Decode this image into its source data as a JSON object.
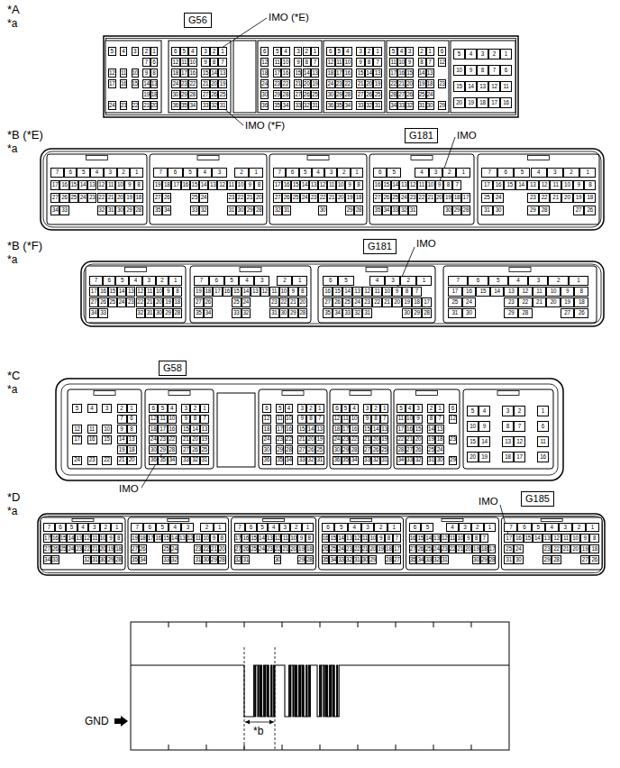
{
  "diagram": {
    "nodes": [
      {
        "text": [
          "G56"
        ]
      },
      {
        "text": [
          "G181"
        ]
      },
      {
        "text": [
          "G181"
        ]
      },
      {
        "text": [
          "G58"
        ]
      },
      {
        "text": [
          "G185"
        ]
      }
    ],
    "labels": [
      "*A",
      "*a",
      "IMO (*E)",
      "IMO (*F)",
      "5",
      "4",
      "3",
      "2",
      "1",
      "7",
      "6",
      "12",
      "11",
      "10",
      "9",
      "8",
      "17",
      "16",
      "15",
      "14",
      "13",
      "19",
      "18",
      "24",
      "23",
      "22",
      "21",
      "20",
      "6",
      "5",
      "4",
      "3",
      "2",
      "1",
      "12",
      "11",
      "10",
      "9",
      "8",
      "7",
      "18",
      "17",
      "16",
      "15",
      "14",
      "13",
      "24",
      "23",
      "22",
      "21",
      "20",
      "19",
      "30",
      "29",
      "28",
      "27",
      "26",
      "25",
      "36",
      "35",
      "34",
      "33",
      "32",
      "31",
      "6",
      "5",
      "4",
      "3",
      "2",
      "1",
      "12",
      "11",
      "10",
      "9",
      "8",
      "7",
      "18",
      "17",
      "16",
      "15",
      "14",
      "13",
      "24",
      "23",
      "22",
      "21",
      "20",
      "19",
      "30",
      "29",
      "28",
      "27",
      "26",
      "25",
      "36",
      "35",
      "34",
      "33",
      "32",
      "31",
      "6",
      "5",
      "4",
      "3",
      "2",
      "1",
      "12",
      "11",
      "10",
      "9",
      "8",
      "7",
      "18",
      "17",
      "16",
      "15",
      "14",
      "13",
      "24",
      "23",
      "22",
      "21",
      "20",
      "19",
      "30",
      "29",
      "28",
      "27",
      "26",
      "25",
      "36",
      "35",
      "34",
      "33",
      "32",
      "31",
      "5",
      "4",
      "3",
      "2",
      "1",
      "6",
      "11",
      "10",
      "9",
      "8",
      "7",
      "12",
      "17",
      "16",
      "15",
      "14",
      "13",
      "22",
      "21",
      "20",
      "19",
      "18",
      "23",
      "28",
      "27",
      "26",
      "25",
      "24",
      "34",
      "33",
      "32",
      "31",
      "30",
      "29",
      "5",
      "4",
      "3",
      "2",
      "1",
      "10",
      "9",
      "8",
      "7",
      "6",
      "15",
      "14",
      "13",
      "12",
      "11",
      "20",
      "19",
      "18",
      "17",
      "16",
      "*B (*E)",
      "*a",
      "IMO",
      "7",
      "6",
      "5",
      "4",
      "3",
      "2",
      "1",
      "17",
      "16",
      "15",
      "14",
      "13",
      "12",
      "11",
      "10",
      "9",
      "8",
      "27",
      "26",
      "25",
      "24",
      "23",
      "22",
      "21",
      "20",
      "19",
      "18",
      "34",
      "33",
      "32",
      "31",
      "30",
      "29",
      "28",
      "7",
      "6",
      "5",
      "4",
      "3",
      "2",
      "1",
      "19",
      "18",
      "17",
      "16",
      "15",
      "14",
      "13",
      "12",
      "11",
      "10",
      "9",
      "8",
      "27",
      "26",
      "25",
      "24",
      "23",
      "22",
      "21",
      "20",
      "35",
      "34",
      "33",
      "32",
      "31",
      "30",
      "29",
      "28",
      "7",
      "6",
      "5",
      "4",
      "3",
      "2",
      "1",
      "17",
      "16",
      "15",
      "14",
      "13",
      "12",
      "11",
      "10",
      "9",
      "8",
      "27",
      "26",
      "25",
      "24",
      "23",
      "22",
      "21",
      "20",
      "19",
      "18",
      "32",
      "31",
      "30",
      "29",
      "28",
      "6",
      "5",
      "4",
      "3",
      "2",
      "1",
      "16",
      "15",
      "14",
      "13",
      "12",
      "11",
      "10",
      "9",
      "8",
      "7",
      "27",
      "26",
      "25",
      "24",
      "23",
      "22",
      "21",
      "20",
      "19",
      "18",
      "17",
      "35",
      "34",
      "33",
      "32",
      "31",
      "30",
      "29",
      "28",
      "7",
      "6",
      "5",
      "4",
      "3",
      "2",
      "1",
      "17",
      "16",
      "15",
      "14",
      "13",
      "12",
      "11",
      "10",
      "9",
      "8",
      "25",
      "24",
      "23",
      "22",
      "21",
      "20",
      "19",
      "18",
      "31",
      "30",
      "29",
      "28",
      "27",
      "26",
      "*B (*F)",
      "*a",
      "IMO",
      "7",
      "6",
      "5",
      "4",
      "3",
      "2",
      "1",
      "17",
      "16",
      "15",
      "14",
      "13",
      "12",
      "11",
      "10",
      "9",
      "8",
      "27",
      "26",
      "25",
      "24",
      "23",
      "22",
      "21",
      "20",
      "19",
      "18",
      "34",
      "33",
      "32",
      "31",
      "30",
      "29",
      "28",
      "7",
      "6",
      "5",
      "4",
      "3",
      "2",
      "1",
      "19",
      "18",
      "17",
      "16",
      "15",
      "14",
      "13",
      "12",
      "11",
      "10",
      "9",
      "8",
      "27",
      "26",
      "25",
      "24",
      "23",
      "22",
      "21",
      "20",
      "35",
      "34",
      "33",
      "32",
      "31",
      "30",
      "29",
      "28",
      "6",
      "5",
      "4",
      "3",
      "2",
      "1",
      "16",
      "15",
      "14",
      "13",
      "12",
      "11",
      "10",
      "9",
      "8",
      "7",
      "27",
      "26",
      "25",
      "24",
      "23",
      "22",
      "21",
      "20",
      "19",
      "18",
      "17",
      "35",
      "34",
      "33",
      "32",
      "31",
      "30",
      "29",
      "28",
      "7",
      "6",
      "5",
      "4",
      "3",
      "2",
      "1",
      "17",
      "16",
      "15",
      "14",
      "13",
      "12",
      "11",
      "10",
      "9",
      "8",
      "25",
      "24",
      "23",
      "22",
      "21",
      "20",
      "19",
      "18",
      "31",
      "30",
      "29",
      "28",
      "27",
      "26",
      "*C",
      "*a",
      "IMO",
      "5",
      "4",
      "3",
      "2",
      "1",
      "7",
      "6",
      "12",
      "11",
      "10",
      "9",
      "8",
      "17",
      "16",
      "15",
      "14",
      "13",
      "19",
      "18",
      "24",
      "23",
      "22",
      "21",
      "20",
      "6",
      "5",
      "4",
      "3",
      "2",
      "1",
      "12",
      "11",
      "10",
      "9",
      "8",
      "7",
      "18",
      "17",
      "16",
      "15",
      "14",
      "13",
      "24",
      "23",
      "22",
      "21",
      "20",
      "19",
      "30",
      "29",
      "28",
      "27",
      "26",
      "25",
      "36",
      "35",
      "34",
      "33",
      "32",
      "31",
      "6",
      "5",
      "4",
      "3",
      "2",
      "1",
      "12",
      "11",
      "10",
      "9",
      "8",
      "7",
      "18",
      "17",
      "16",
      "15",
      "14",
      "13",
      "24",
      "23",
      "22",
      "21",
      "20",
      "19",
      "30",
      "29",
      "28",
      "27",
      "26",
      "25",
      "36",
      "35",
      "34",
      "33",
      "32",
      "31",
      "6",
      "5",
      "4",
      "3",
      "2",
      "1",
      "12",
      "11",
      "10",
      "9",
      "8",
      "7",
      "18",
      "17",
      "16",
      "15",
      "14",
      "13",
      "24",
      "23",
      "22",
      "21",
      "20",
      "19",
      "30",
      "29",
      "28",
      "27",
      "26",
      "25",
      "36",
      "35",
      "34",
      "33",
      "32",
      "31",
      "5",
      "4",
      "3",
      "2",
      "1",
      "6",
      "11",
      "10",
      "9",
      "8",
      "7",
      "12",
      "17",
      "16",
      "15",
      "14",
      "13",
      "22",
      "21",
      "20",
      "19",
      "18",
      "23",
      "28",
      "27",
      "26",
      "25",
      "24",
      "34",
      "33",
      "32",
      "31",
      "30",
      "29",
      "5",
      "4",
      "3",
      "2",
      "1",
      "10",
      "9",
      "8",
      "7",
      "6",
      "15",
      "14",
      "13",
      "12",
      "11",
      "20",
      "19",
      "18",
      "17",
      "16",
      "*D",
      "*a",
      "IMO",
      "7",
      "6",
      "5",
      "4",
      "3",
      "2",
      "1",
      "17",
      "16",
      "15",
      "14",
      "13",
      "12",
      "11",
      "10",
      "9",
      "8",
      "27",
      "26",
      "25",
      "24",
      "23",
      "22",
      "21",
      "20",
      "19",
      "18",
      "34",
      "33",
      "32",
      "31",
      "30",
      "29",
      "28",
      "7",
      "6",
      "5",
      "4",
      "3",
      "2",
      "1",
      "19",
      "18",
      "17",
      "16",
      "15",
      "14",
      "13",
      "12",
      "11",
      "10",
      "9",
      "8",
      "27",
      "26",
      "25",
      "24",
      "23",
      "22",
      "21",
      "20",
      "35",
      "34",
      "33",
      "32",
      "31",
      "30",
      "29",
      "28",
      "7",
      "6",
      "5",
      "4",
      "3",
      "2",
      "1",
      "17",
      "16",
      "15",
      "14",
      "13",
      "12",
      "11",
      "10",
      "9",
      "8",
      "27",
      "26",
      "25",
      "24",
      "23",
      "22",
      "21",
      "20",
      "19",
      "18",
      "32",
      "31",
      "30",
      "29",
      "28",
      "6",
      "5",
      "4",
      "3",
      "2",
      "1",
      "16",
      "15",
      "14",
      "13",
      "12",
      "11",
      "10",
      "9",
      "8",
      "7",
      "26",
      "25",
      "24",
      "23",
      "22",
      "21",
      "20",
      "19",
      "18",
      "17",
      "35",
      "34",
      "33",
      "32",
      "31",
      "30",
      "29",
      "28",
      "27",
      "6",
      "5",
      "4",
      "3",
      "2",
      "1",
      "16",
      "15",
      "14",
      "13",
      "12",
      "11",
      "10",
      "9",
      "8",
      "7",
      "27",
      "26",
      "25",
      "24",
      "23",
      "22",
      "21",
      "20",
      "19",
      "18",
      "17",
      "35",
      "34",
      "33",
      "32",
      "31",
      "30",
      "29",
      "28",
      "7",
      "6",
      "5",
      "4",
      "3",
      "2",
      "1",
      "17",
      "16",
      "15",
      "14",
      "13",
      "12",
      "11",
      "10",
      "9",
      "8",
      "25",
      "24",
      "23",
      "22",
      "21",
      "20",
      "19",
      "18",
      "31",
      "30",
      "29",
      "28",
      "27",
      "26",
      "GND",
      "*b"
    ]
  }
}
